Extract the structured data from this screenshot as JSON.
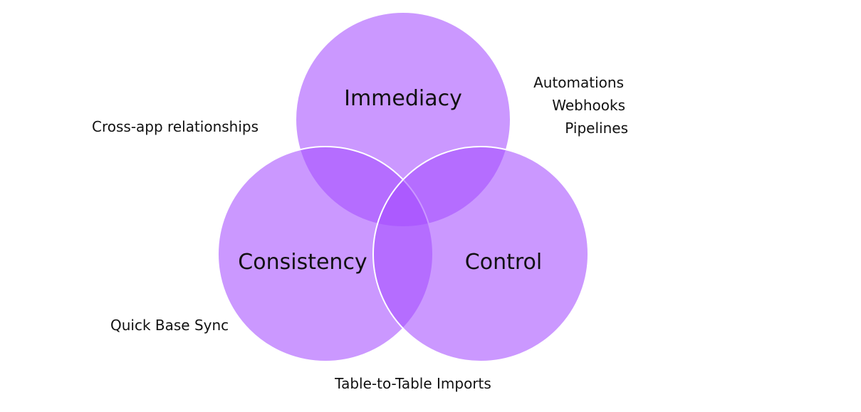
{
  "diagram": {
    "circles": [
      {
        "id": "immediacy",
        "label": "Immediacy"
      },
      {
        "id": "consistency",
        "label": "Consistency"
      },
      {
        "id": "control",
        "label": "Control"
      }
    ],
    "annotations": {
      "top_right": [
        "Automations",
        "Webhooks",
        "Pipelines"
      ],
      "top_left": "Cross-app relationships",
      "bottom_left": "Quick Base Sync",
      "bottom_center": "Table-to-Table Imports"
    },
    "colors": {
      "circle_fill": "#a64dff",
      "circle_stroke": "#ffffff",
      "text": "#111111"
    }
  }
}
